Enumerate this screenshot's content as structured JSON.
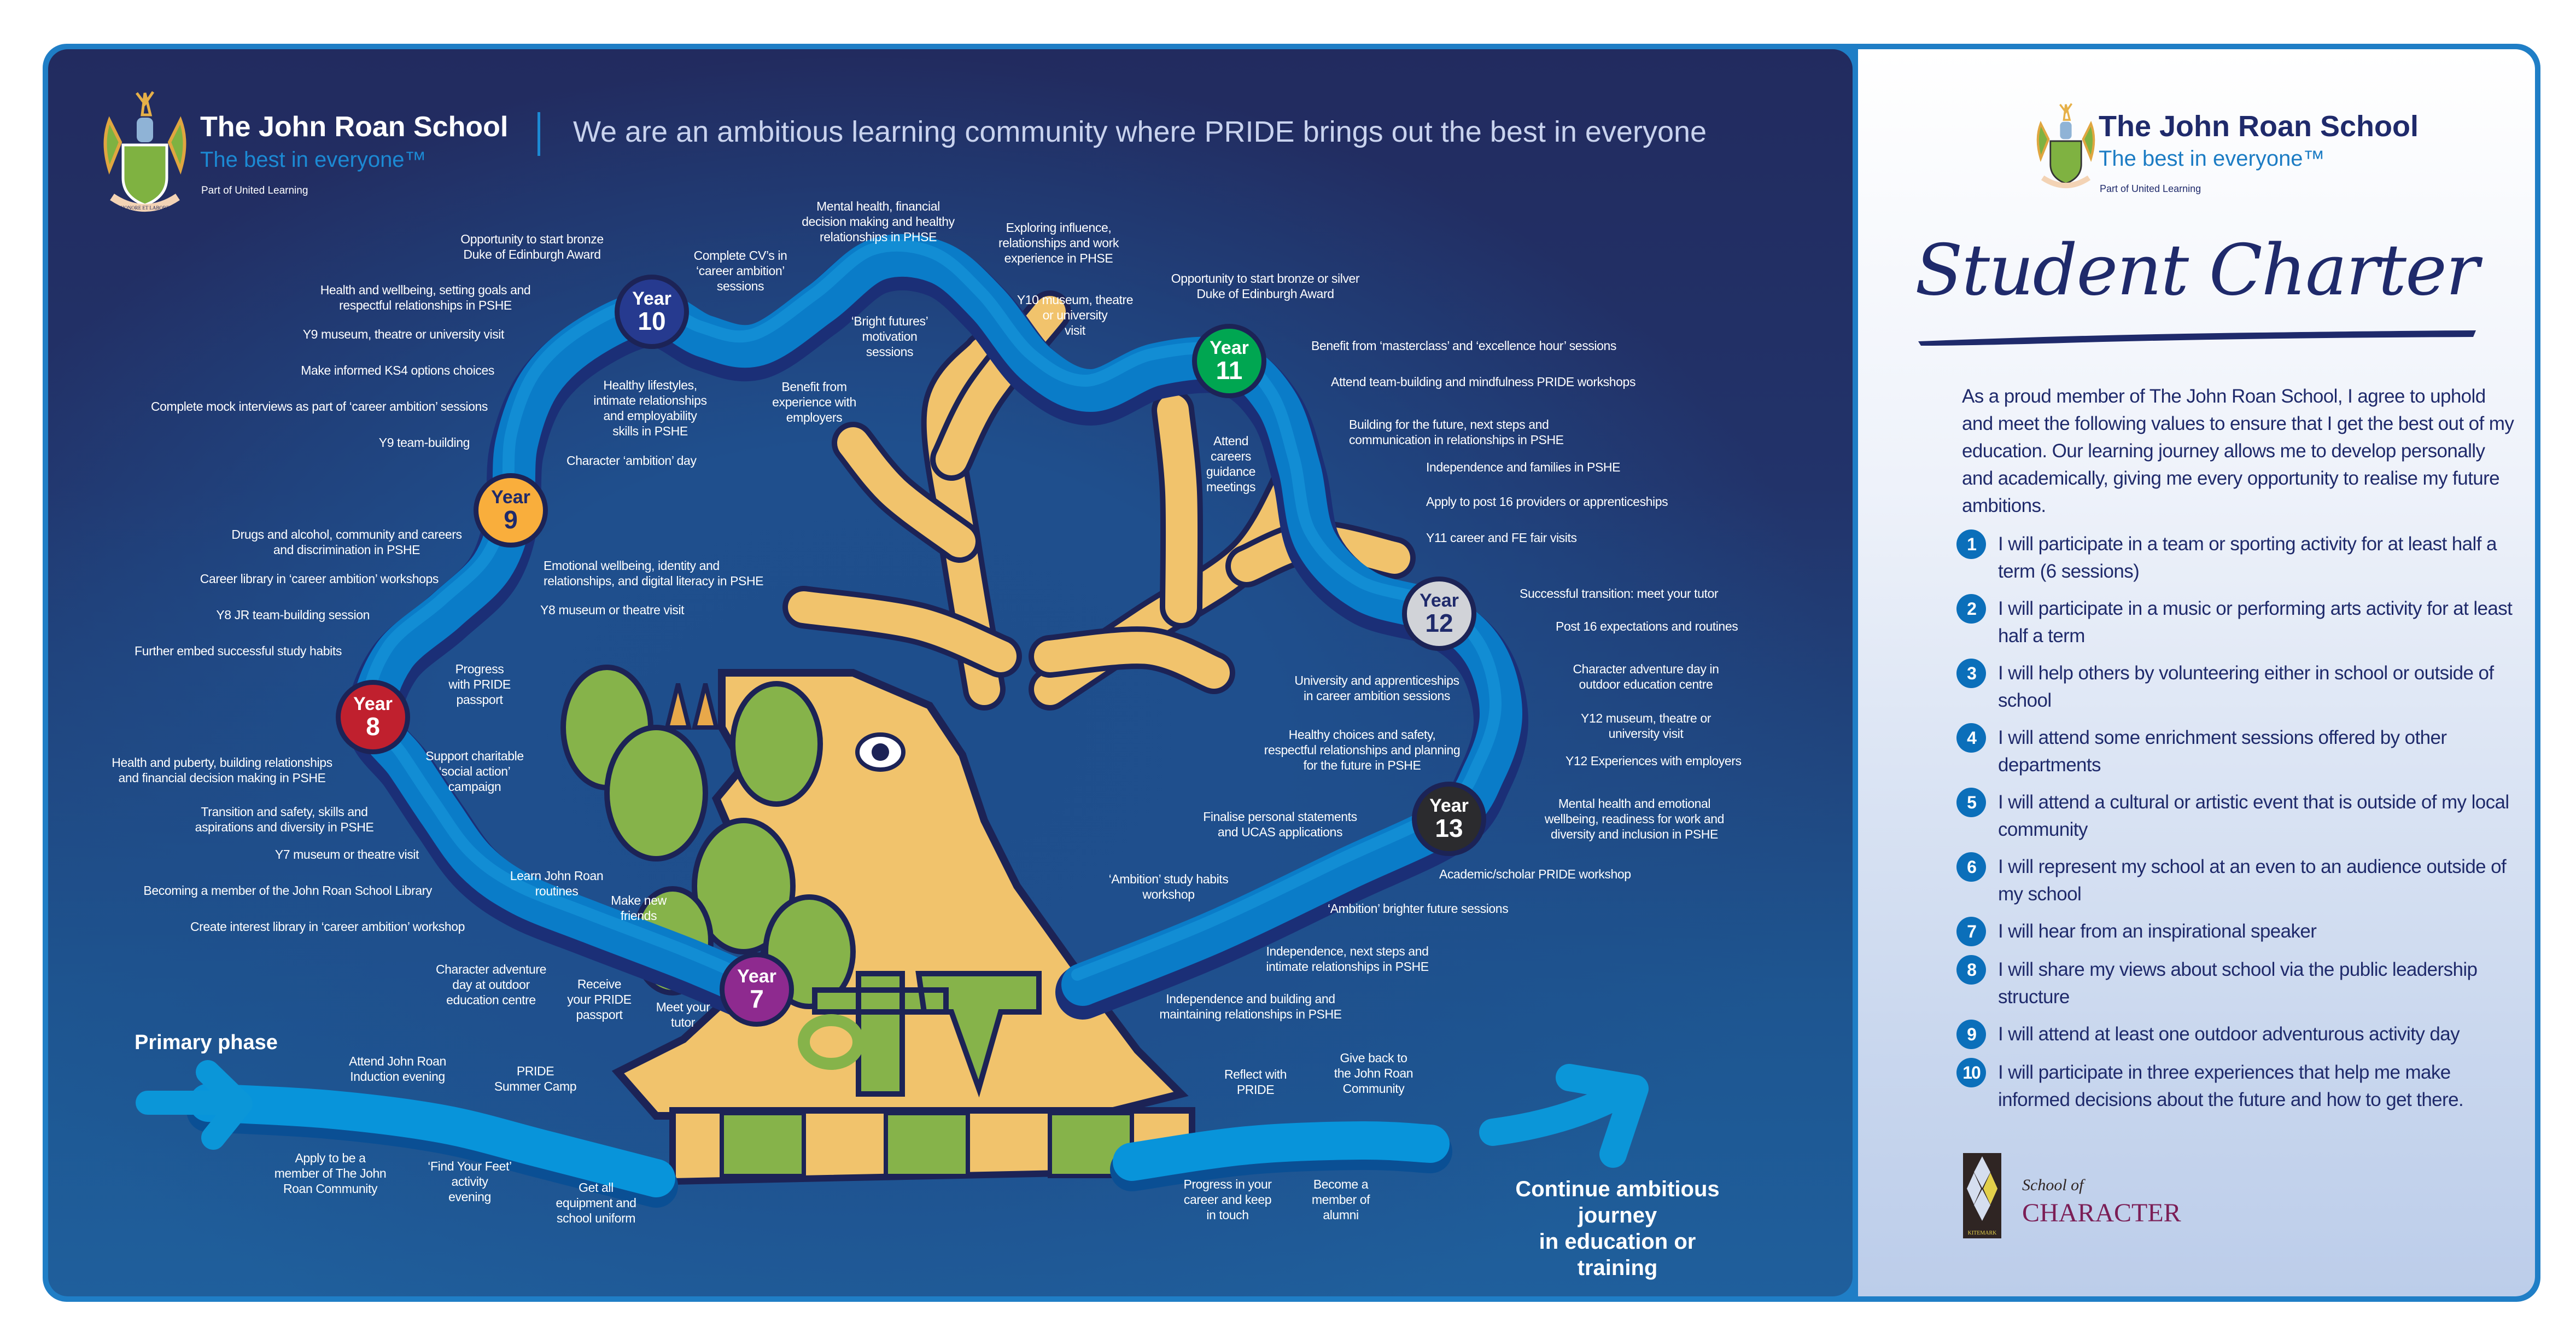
{
  "header": {
    "school_name": "The John Roan School",
    "tagline": "The best in everyone™",
    "part_of": "Part of United Learning",
    "mission": "We are an ambitious learning community where PRIDE brings out the best in everyone",
    "crest_motto": "HONORE ET LABORE"
  },
  "journey": {
    "years": [
      {
        "label": "Year",
        "number": "7",
        "color": "#8e2a8f",
        "text_color": "#ffffff"
      },
      {
        "label": "Year",
        "number": "8",
        "color": "#c0202e",
        "text_color": "#ffffff"
      },
      {
        "label": "Year",
        "number": "9",
        "color": "#f9ae3c",
        "text_color": "#1f2a6b"
      },
      {
        "label": "Year",
        "number": "10",
        "color": "#263a8f",
        "text_color": "#ffffff"
      },
      {
        "label": "Year",
        "number": "11",
        "color": "#00a651",
        "text_color": "#ffffff"
      },
      {
        "label": "Year",
        "number": "12",
        "color": "#d1d3d8",
        "text_color": "#1f2a6b"
      },
      {
        "label": "Year",
        "number": "13",
        "color": "#2b2b2e",
        "text_color": "#ffffff"
      }
    ],
    "labels": [
      "Opportunity to start bronze\nDuke of Edinburgh Award",
      "Health and wellbeing, setting goals and\nrespectful relationships in PSHE",
      "Y9 museum, theatre or university visit",
      "Make informed KS4 options choices",
      "Complete mock interviews as part of ‘career ambition’ sessions",
      "Y9 team-building",
      "Complete CV’s in\n‘career ambition’\nsessions",
      "Healthy lifestyles,\nintimate relationships\nand employability\nskills in PSHE",
      "Benefit from\nexperience with\nemployers",
      "Character ‘ambition’ day",
      "Mental health, financial\ndecision making and healthy\nrelationships in PHSE",
      "‘Bright futures’\nmotivation\nsessions",
      "Exploring influence,\nrelationships and work\nexperience in PHSE",
      "Y10 museum, theatre\nor university\nvisit",
      "Opportunity to start bronze or silver\nDuke of Edinburgh Award",
      "Benefit from ‘masterclass’ and ‘excellence hour’ sessions",
      "Attend team-building and mindfulness PRIDE workshops",
      "Attend\ncareers\nguidance\nmeetings",
      "Building for the future, next steps and\ncommunication in relationships in PSHE",
      "Independence and families in PSHE",
      "Apply to post 16 providers or apprenticeships",
      "Y11 career and FE fair visits",
      "Drugs and alcohol, community and careers\nand discrimination in PSHE",
      "Emotional wellbeing, identity and\nrelationships, and digital literacy in PSHE",
      "Career library in ‘career ambition’ workshops",
      "Y8 museum or theatre visit",
      "Y8 JR team-building session",
      "Further embed successful study habits",
      "Progress\nwith PRIDE\npassport",
      "Health and puberty, building relationships\nand financial decision making in PSHE",
      "Support charitable\n‘social action’\ncampaign",
      "Transition and safety, skills and\naspirations and diversity in PSHE",
      "Y7 museum or theatre visit",
      "Becoming a member of the John Roan School Library",
      "Create interest library in ‘career ambition’ workshop",
      "Learn John Roan\nroutines",
      "Make new\nfriends",
      "Character adventure\nday at outdoor\neducation centre",
      "Receive\nyour PRIDE\npassport",
      "Meet your\ntutor",
      "Successful transition: meet your tutor",
      "Post 16 expectations and routines",
      "Character adventure day in\noutdoor education centre",
      "University and apprenticeships\nin career ambition sessions",
      "Y12 museum, theatre or\nuniversity visit",
      "Healthy choices and safety,\nrespectful relationships and planning\nfor the future in PSHE",
      "Y12 Experiences with employers",
      "Mental health and emotional\nwellbeing, readiness for work and\ndiversity and inclusion in PSHE",
      "Finalise personal statements\nand UCAS applications",
      "Academic/scholar PRIDE workshop",
      "‘Ambition’ study habits\nworkshop",
      "‘Ambition’ brighter future sessions",
      "Independence, next steps and\nintimate relationships in PSHE",
      "Independence and building and\nmaintaining relationships in PSHE",
      "Attend John Roan\nInduction evening",
      "PRIDE\nSummer Camp",
      "Apply to be a\nmember of The John\nRoan Community",
      "‘Find Your Feet’\nactivity\nevening",
      "Get all\nequipment and\nschool uniform",
      "Reflect with\nPRIDE",
      "Give back to\nthe John Roan\nCommunity",
      "Progress in your\ncareer and keep\nin touch",
      "Become a\nmember of\nalumni"
    ],
    "primary_phase": "Primary phase",
    "continue": "Continue ambitious journey\nin education or training"
  },
  "charter": {
    "school_name": "The John Roan School",
    "tagline": "The best in everyone™",
    "part_of": "Part of United Learning",
    "title": "Student Charter",
    "intro": "As a proud member of The John Roan School, I agree to uphold and meet the following values to ensure that I get the best out of my education. Our learning journey allows me to develop personally and academically, giving me every opportunity to realise my future ambitions.",
    "items": [
      {
        "n": "1",
        "text": "I will participate in a team or sporting activity for at least half a term (6 sessions)"
      },
      {
        "n": "2",
        "text": "I will participate in a music or performing arts activity for at least half a term"
      },
      {
        "n": "3",
        "text": "I will help others by volunteering either in school or outside of school"
      },
      {
        "n": "4",
        "text": "I will attend some enrichment sessions offered by other departments"
      },
      {
        "n": "5",
        "text": "I will attend a cultural or artistic event that is outside of my local community"
      },
      {
        "n": "6",
        "text": "I will represent my school at an even to an audience outside of my school"
      },
      {
        "n": "7",
        "text": "I will hear from an inspirational speaker"
      },
      {
        "n": "8",
        "text": "I will share my views about school via the public leadership structure"
      },
      {
        "n": "9",
        "text": "I will attend at least one outdoor adventurous activity day"
      },
      {
        "n": "10",
        "text": "I will participate in three experiences that help me make informed decisions about the future and how to get there."
      }
    ],
    "kitemark": {
      "badge": "KITEMARK",
      "line1": "School of",
      "line2": "CHARACTER"
    }
  },
  "colors": {
    "navy": "#1f2a6b",
    "accent_blue": "#1c8ad4",
    "frame": "#1f7ec6",
    "gold": "#f1c36c",
    "green": "#7fb241"
  }
}
